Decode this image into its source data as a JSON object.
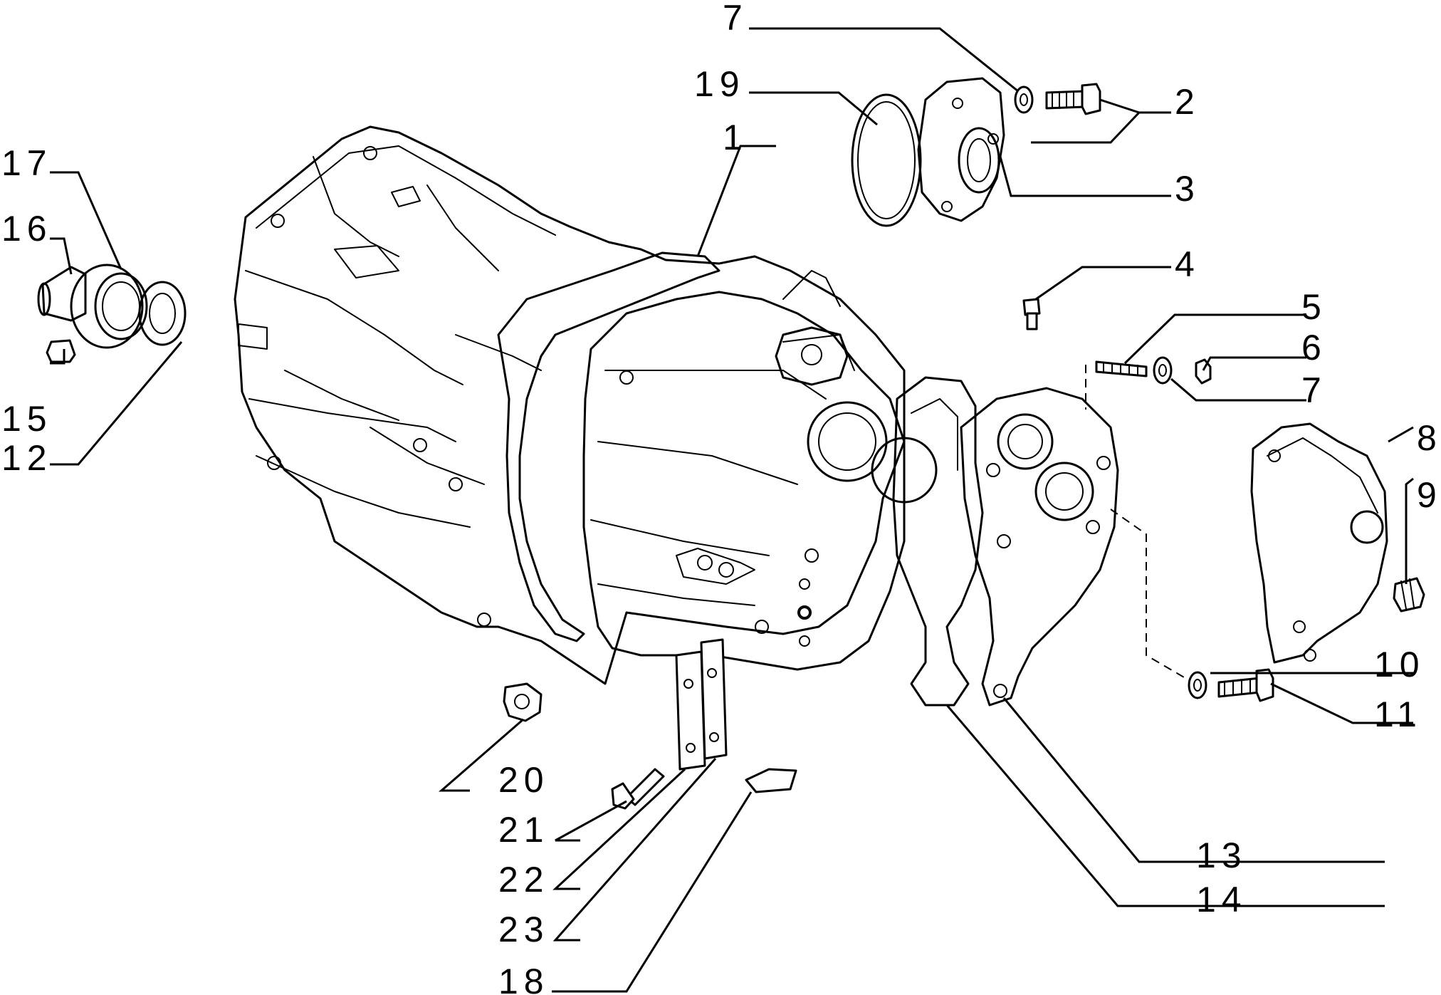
{
  "callouts": {
    "c1": "1",
    "c2": "2",
    "c3": "3",
    "c4": "4",
    "c5": "5",
    "c6": "6",
    "c7_top": "7",
    "c7_right": "7",
    "c8": "8",
    "c9": "9",
    "c10": "10",
    "c11": "11",
    "c12": "12",
    "c13": "13",
    "c14": "14",
    "c15": "15",
    "c16": "16",
    "c17": "17",
    "c18": "18",
    "c19": "19",
    "c20": "20",
    "c21": "21",
    "c22": "22",
    "c23": "23"
  }
}
